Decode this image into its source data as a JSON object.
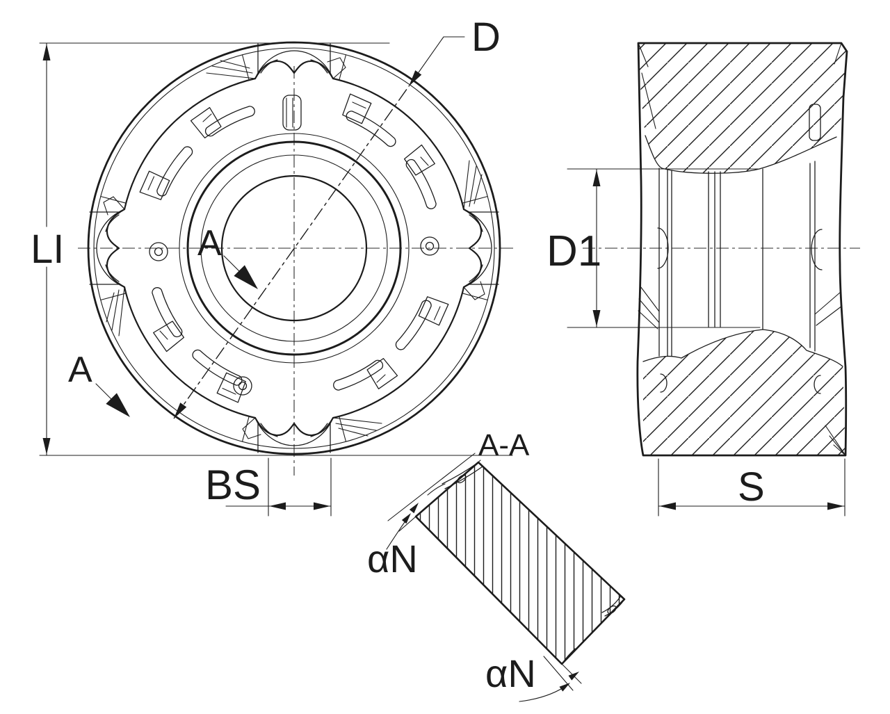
{
  "drawing_type": "engineering-drawing",
  "colors": {
    "line": "#1c1c1c",
    "background": "#ffffff"
  },
  "front_view": {
    "li_label": "LI",
    "d_label": "D",
    "bs_label": "BS",
    "section_arrow_label_center": "A",
    "section_arrow_label_lower": "A"
  },
  "side_view": {
    "d1_label": "D1",
    "s_label": "S"
  },
  "section_view": {
    "title": "A-A",
    "clearance_angle_label_top": "αN",
    "clearance_angle_label_bottom": "αN"
  }
}
